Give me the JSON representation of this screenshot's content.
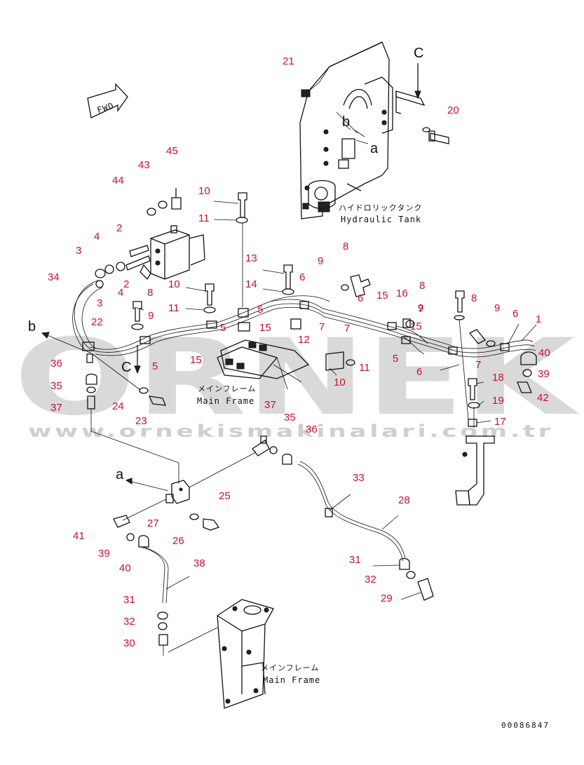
{
  "watermark": {
    "brand": "ORNEK",
    "url": "www.ornekismakinalari.com.tr"
  },
  "labels": {
    "fwd": "FWD",
    "hydraulic_tank_jp": "ハイドロリックタンク",
    "hydraulic_tank_en": "Hydraulic Tank",
    "main_frame_jp": "メインフレーム",
    "main_frame_en": "Main Frame",
    "view_c": "C",
    "ref_a": "a",
    "ref_b": "b",
    "drawing_number": "00086847"
  },
  "callouts": [
    {
      "id": "1"
    },
    {
      "id": "2"
    },
    {
      "id": "2"
    },
    {
      "id": "3"
    },
    {
      "id": "3"
    },
    {
      "id": "4"
    },
    {
      "id": "4"
    },
    {
      "id": "5"
    },
    {
      "id": "5"
    },
    {
      "id": "5"
    },
    {
      "id": "5"
    },
    {
      "id": "6"
    },
    {
      "id": "6"
    },
    {
      "id": "6"
    },
    {
      "id": "6"
    },
    {
      "id": "7"
    },
    {
      "id": "7"
    },
    {
      "id": "7"
    },
    {
      "id": "7"
    },
    {
      "id": "8"
    },
    {
      "id": "8"
    },
    {
      "id": "8"
    },
    {
      "id": "8"
    },
    {
      "id": "9"
    },
    {
      "id": "9"
    },
    {
      "id": "9"
    },
    {
      "id": "9"
    },
    {
      "id": "10"
    },
    {
      "id": "10"
    },
    {
      "id": "10"
    },
    {
      "id": "11"
    },
    {
      "id": "11"
    },
    {
      "id": "11"
    },
    {
      "id": "12"
    },
    {
      "id": "13"
    },
    {
      "id": "14"
    },
    {
      "id": "15"
    },
    {
      "id": "15"
    },
    {
      "id": "15"
    },
    {
      "id": "15"
    },
    {
      "id": "16"
    },
    {
      "id": "17"
    },
    {
      "id": "18"
    },
    {
      "id": "19"
    },
    {
      "id": "20"
    },
    {
      "id": "21"
    },
    {
      "id": "22"
    },
    {
      "id": "23"
    },
    {
      "id": "24"
    },
    {
      "id": "25"
    },
    {
      "id": "26"
    },
    {
      "id": "27"
    },
    {
      "id": "28"
    },
    {
      "id": "29"
    },
    {
      "id": "30"
    },
    {
      "id": "31"
    },
    {
      "id": "31"
    },
    {
      "id": "32"
    },
    {
      "id": "32"
    },
    {
      "id": "33"
    },
    {
      "id": "34"
    },
    {
      "id": "35"
    },
    {
      "id": "35"
    },
    {
      "id": "36"
    },
    {
      "id": "36"
    },
    {
      "id": "37"
    },
    {
      "id": "37"
    },
    {
      "id": "38"
    },
    {
      "id": "39"
    },
    {
      "id": "39"
    },
    {
      "id": "40"
    },
    {
      "id": "40"
    },
    {
      "id": "41"
    },
    {
      "id": "42"
    },
    {
      "id": "43"
    },
    {
      "id": "44"
    },
    {
      "id": "45"
    }
  ]
}
